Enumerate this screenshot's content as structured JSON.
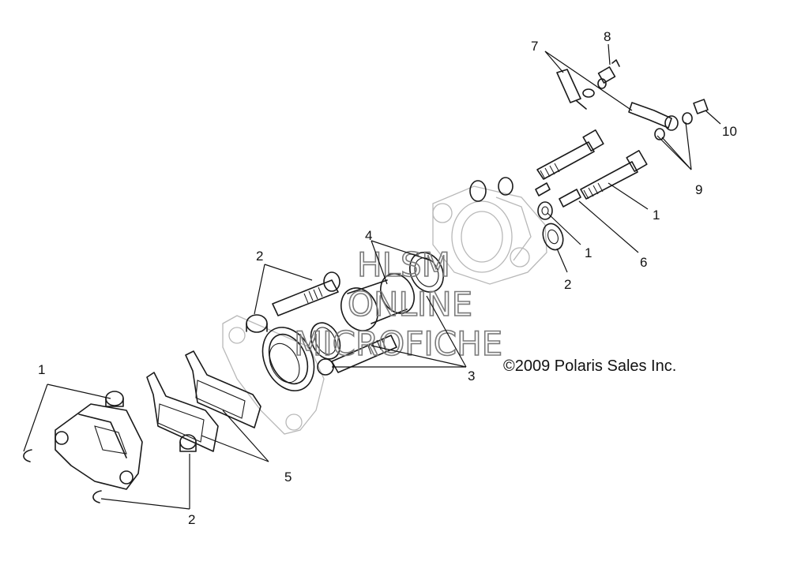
{
  "diagram": {
    "callouts": {
      "c1a": "1",
      "c1b": "1",
      "c1c": "1",
      "c2a": "2",
      "c2b": "2",
      "c2c": "2",
      "c3": "3",
      "c4": "4",
      "c5": "5",
      "c6": "6",
      "c7": "7",
      "c8": "8",
      "c9": "9",
      "c10": "10"
    },
    "copyright": "©2009 Polaris Sales Inc."
  },
  "watermark": {
    "line1": "HLSM",
    "line2": "ONLINE",
    "line3": "MICROFICHE"
  }
}
